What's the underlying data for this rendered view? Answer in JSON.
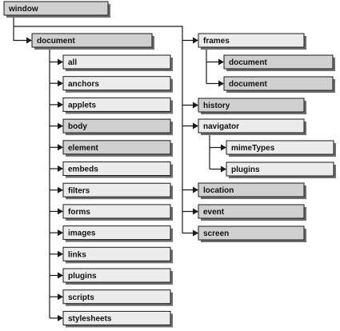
{
  "colors": {
    "light": "#ececec",
    "dark": "#d0d0d0",
    "shadow": "#6e6e6e",
    "line": "#1a1a1a"
  },
  "nodes": [
    {
      "id": "window",
      "label": "window",
      "shade": "dark"
    },
    {
      "id": "document",
      "label": "document",
      "shade": "dark"
    },
    {
      "id": "all",
      "label": "all",
      "shade": "light"
    },
    {
      "id": "anchors",
      "label": "anchors",
      "shade": "light"
    },
    {
      "id": "applets",
      "label": "applets",
      "shade": "light"
    },
    {
      "id": "body",
      "label": "body",
      "shade": "dark"
    },
    {
      "id": "element",
      "label": "element",
      "shade": "dark"
    },
    {
      "id": "embeds",
      "label": "embeds",
      "shade": "light"
    },
    {
      "id": "filters",
      "label": "filters",
      "shade": "light"
    },
    {
      "id": "forms",
      "label": "forms",
      "shade": "light"
    },
    {
      "id": "images",
      "label": "images",
      "shade": "light"
    },
    {
      "id": "links",
      "label": "links",
      "shade": "light"
    },
    {
      "id": "plugins",
      "label": "plugins",
      "shade": "light"
    },
    {
      "id": "scripts",
      "label": "scripts",
      "shade": "light"
    },
    {
      "id": "stylesheets",
      "label": "stylesheets",
      "shade": "light"
    },
    {
      "id": "frames",
      "label": "frames",
      "shade": "light"
    },
    {
      "id": "frames-doc-1",
      "label": "document",
      "shade": "dark"
    },
    {
      "id": "frames-doc-2",
      "label": "document",
      "shade": "dark"
    },
    {
      "id": "history",
      "label": "history",
      "shade": "dark"
    },
    {
      "id": "navigator",
      "label": "navigator",
      "shade": "light"
    },
    {
      "id": "mimetypes",
      "label": "mimeTypes",
      "shade": "light"
    },
    {
      "id": "nav-plugins",
      "label": "plugins",
      "shade": "light"
    },
    {
      "id": "location",
      "label": "location",
      "shade": "dark"
    },
    {
      "id": "event",
      "label": "event",
      "shade": "dark"
    },
    {
      "id": "screen",
      "label": "screen",
      "shade": "dark"
    }
  ],
  "edges": [
    [
      "window",
      "document"
    ],
    [
      "window",
      "frames"
    ],
    [
      "window",
      "history"
    ],
    [
      "window",
      "navigator"
    ],
    [
      "window",
      "location"
    ],
    [
      "window",
      "event"
    ],
    [
      "window",
      "screen"
    ],
    [
      "document",
      "all"
    ],
    [
      "document",
      "anchors"
    ],
    [
      "document",
      "applets"
    ],
    [
      "document",
      "body"
    ],
    [
      "document",
      "element"
    ],
    [
      "document",
      "embeds"
    ],
    [
      "document",
      "filters"
    ],
    [
      "document",
      "forms"
    ],
    [
      "document",
      "images"
    ],
    [
      "document",
      "links"
    ],
    [
      "document",
      "plugins"
    ],
    [
      "document",
      "scripts"
    ],
    [
      "document",
      "stylesheets"
    ],
    [
      "frames",
      "frames-doc-1"
    ],
    [
      "frames",
      "frames-doc-2"
    ],
    [
      "navigator",
      "mimetypes"
    ],
    [
      "navigator",
      "nav-plugins"
    ]
  ]
}
